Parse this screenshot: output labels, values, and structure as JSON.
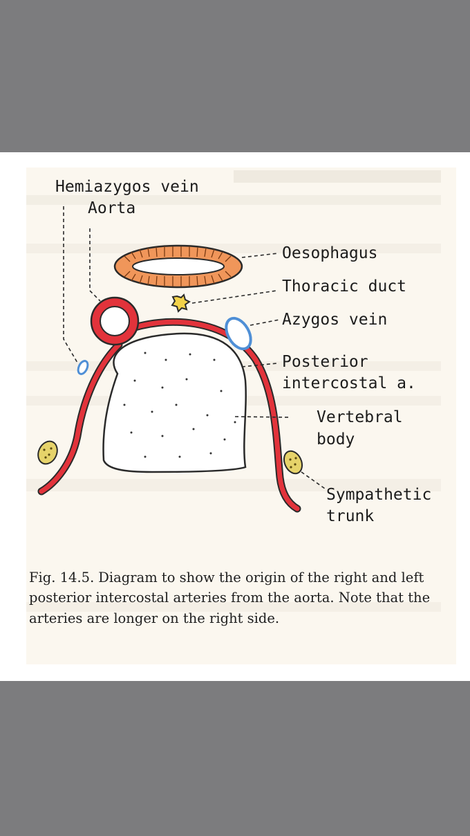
{
  "labels": {
    "hemiazygos_vein": "Hemiazygos vein",
    "aorta": "Aorta",
    "oesophagus": "Oesophagus",
    "thoracic_duct": "Thoracic duct",
    "azygos_vein": "Azygos vein",
    "posterior_intercostal_line1": "Posterior",
    "posterior_intercostal_line2": "intercostal a.",
    "vertebral_body_line1": "Vertebral",
    "vertebral_body_line2": "body",
    "sympathetic_trunk_line1": "Sympathetic",
    "sympathetic_trunk_line2": "trunk"
  },
  "caption": {
    "figure_number": "Fig. 14.5.",
    "text": "Diagram to show the origin of the right and left posterior intercostal arteries from the aorta. Note that the arteries are longer on the right side."
  },
  "colors": {
    "artery_red": "#e2333b",
    "oesophagus_orange": "#f0965a",
    "vein_blue": "#4f8fd6",
    "thoracic_duct_yellow": "#f2d24a",
    "sympathetic_yellow": "#e6d36a",
    "outline": "#2a2a2a",
    "page_paper": "#fbf7ef",
    "backdrop_gray": "#7c7c7e"
  }
}
